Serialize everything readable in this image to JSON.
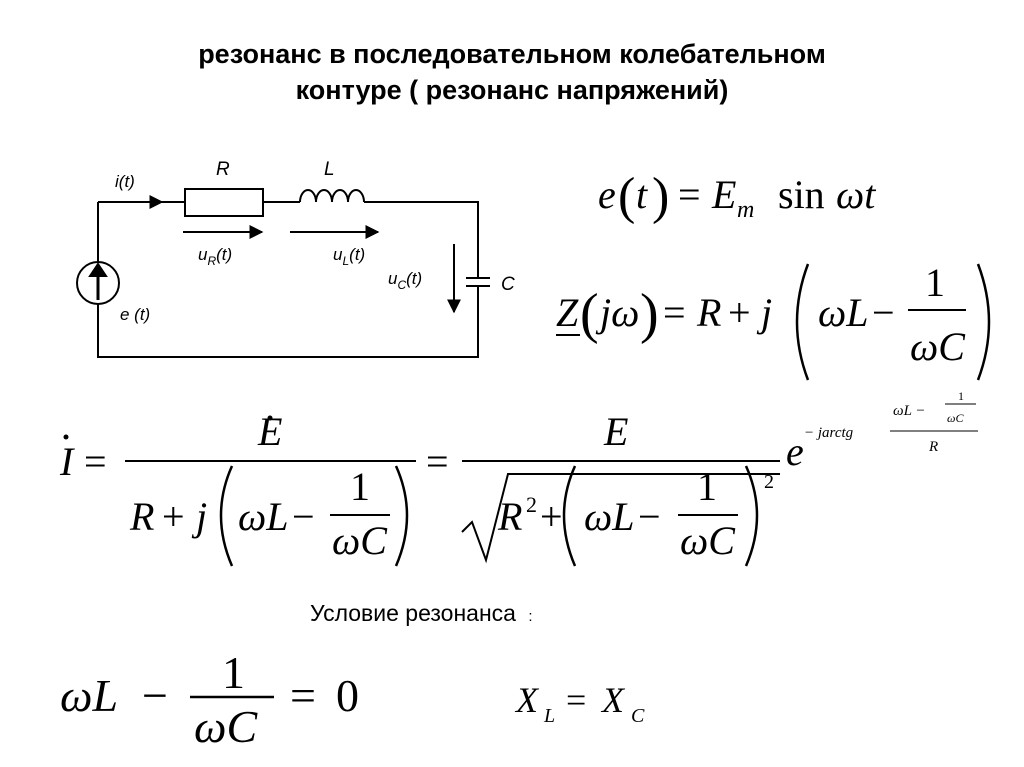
{
  "title": {
    "line1": "резонанс в последовательном колебательном",
    "line2": "контуре ( резонанс напряжений)"
  },
  "circuit": {
    "current": "i(t)",
    "resistor": "R",
    "inductor": "L",
    "capacitor": "C",
    "u_r": "u",
    "u_r_sub": "R",
    "u_l": "u",
    "u_l_sub": "L",
    "u_c": "u",
    "u_c_sub": "C",
    "arg_t": "(t)",
    "source": "e (t)"
  },
  "condition": {
    "label": "Условие резонанса",
    "colon": ":",
    "rhs": "0",
    "xl": "X",
    "xl_sub": "L",
    "eq": "=",
    "xc": "X",
    "xc_sub": "C"
  }
}
